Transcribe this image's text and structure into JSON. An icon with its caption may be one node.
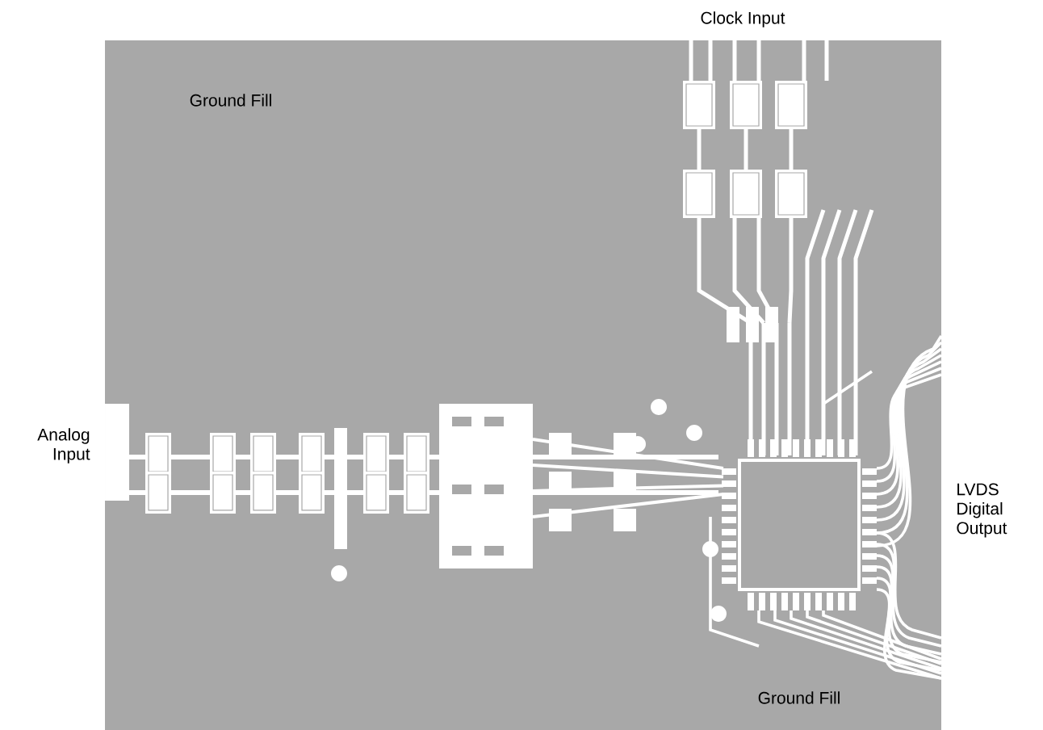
{
  "diagram": {
    "labels": [
      "Clock Input",
      "Ground Fill",
      "Analog Input",
      "LVDS Digital Output",
      "Ground Fill"
    ]
  }
}
